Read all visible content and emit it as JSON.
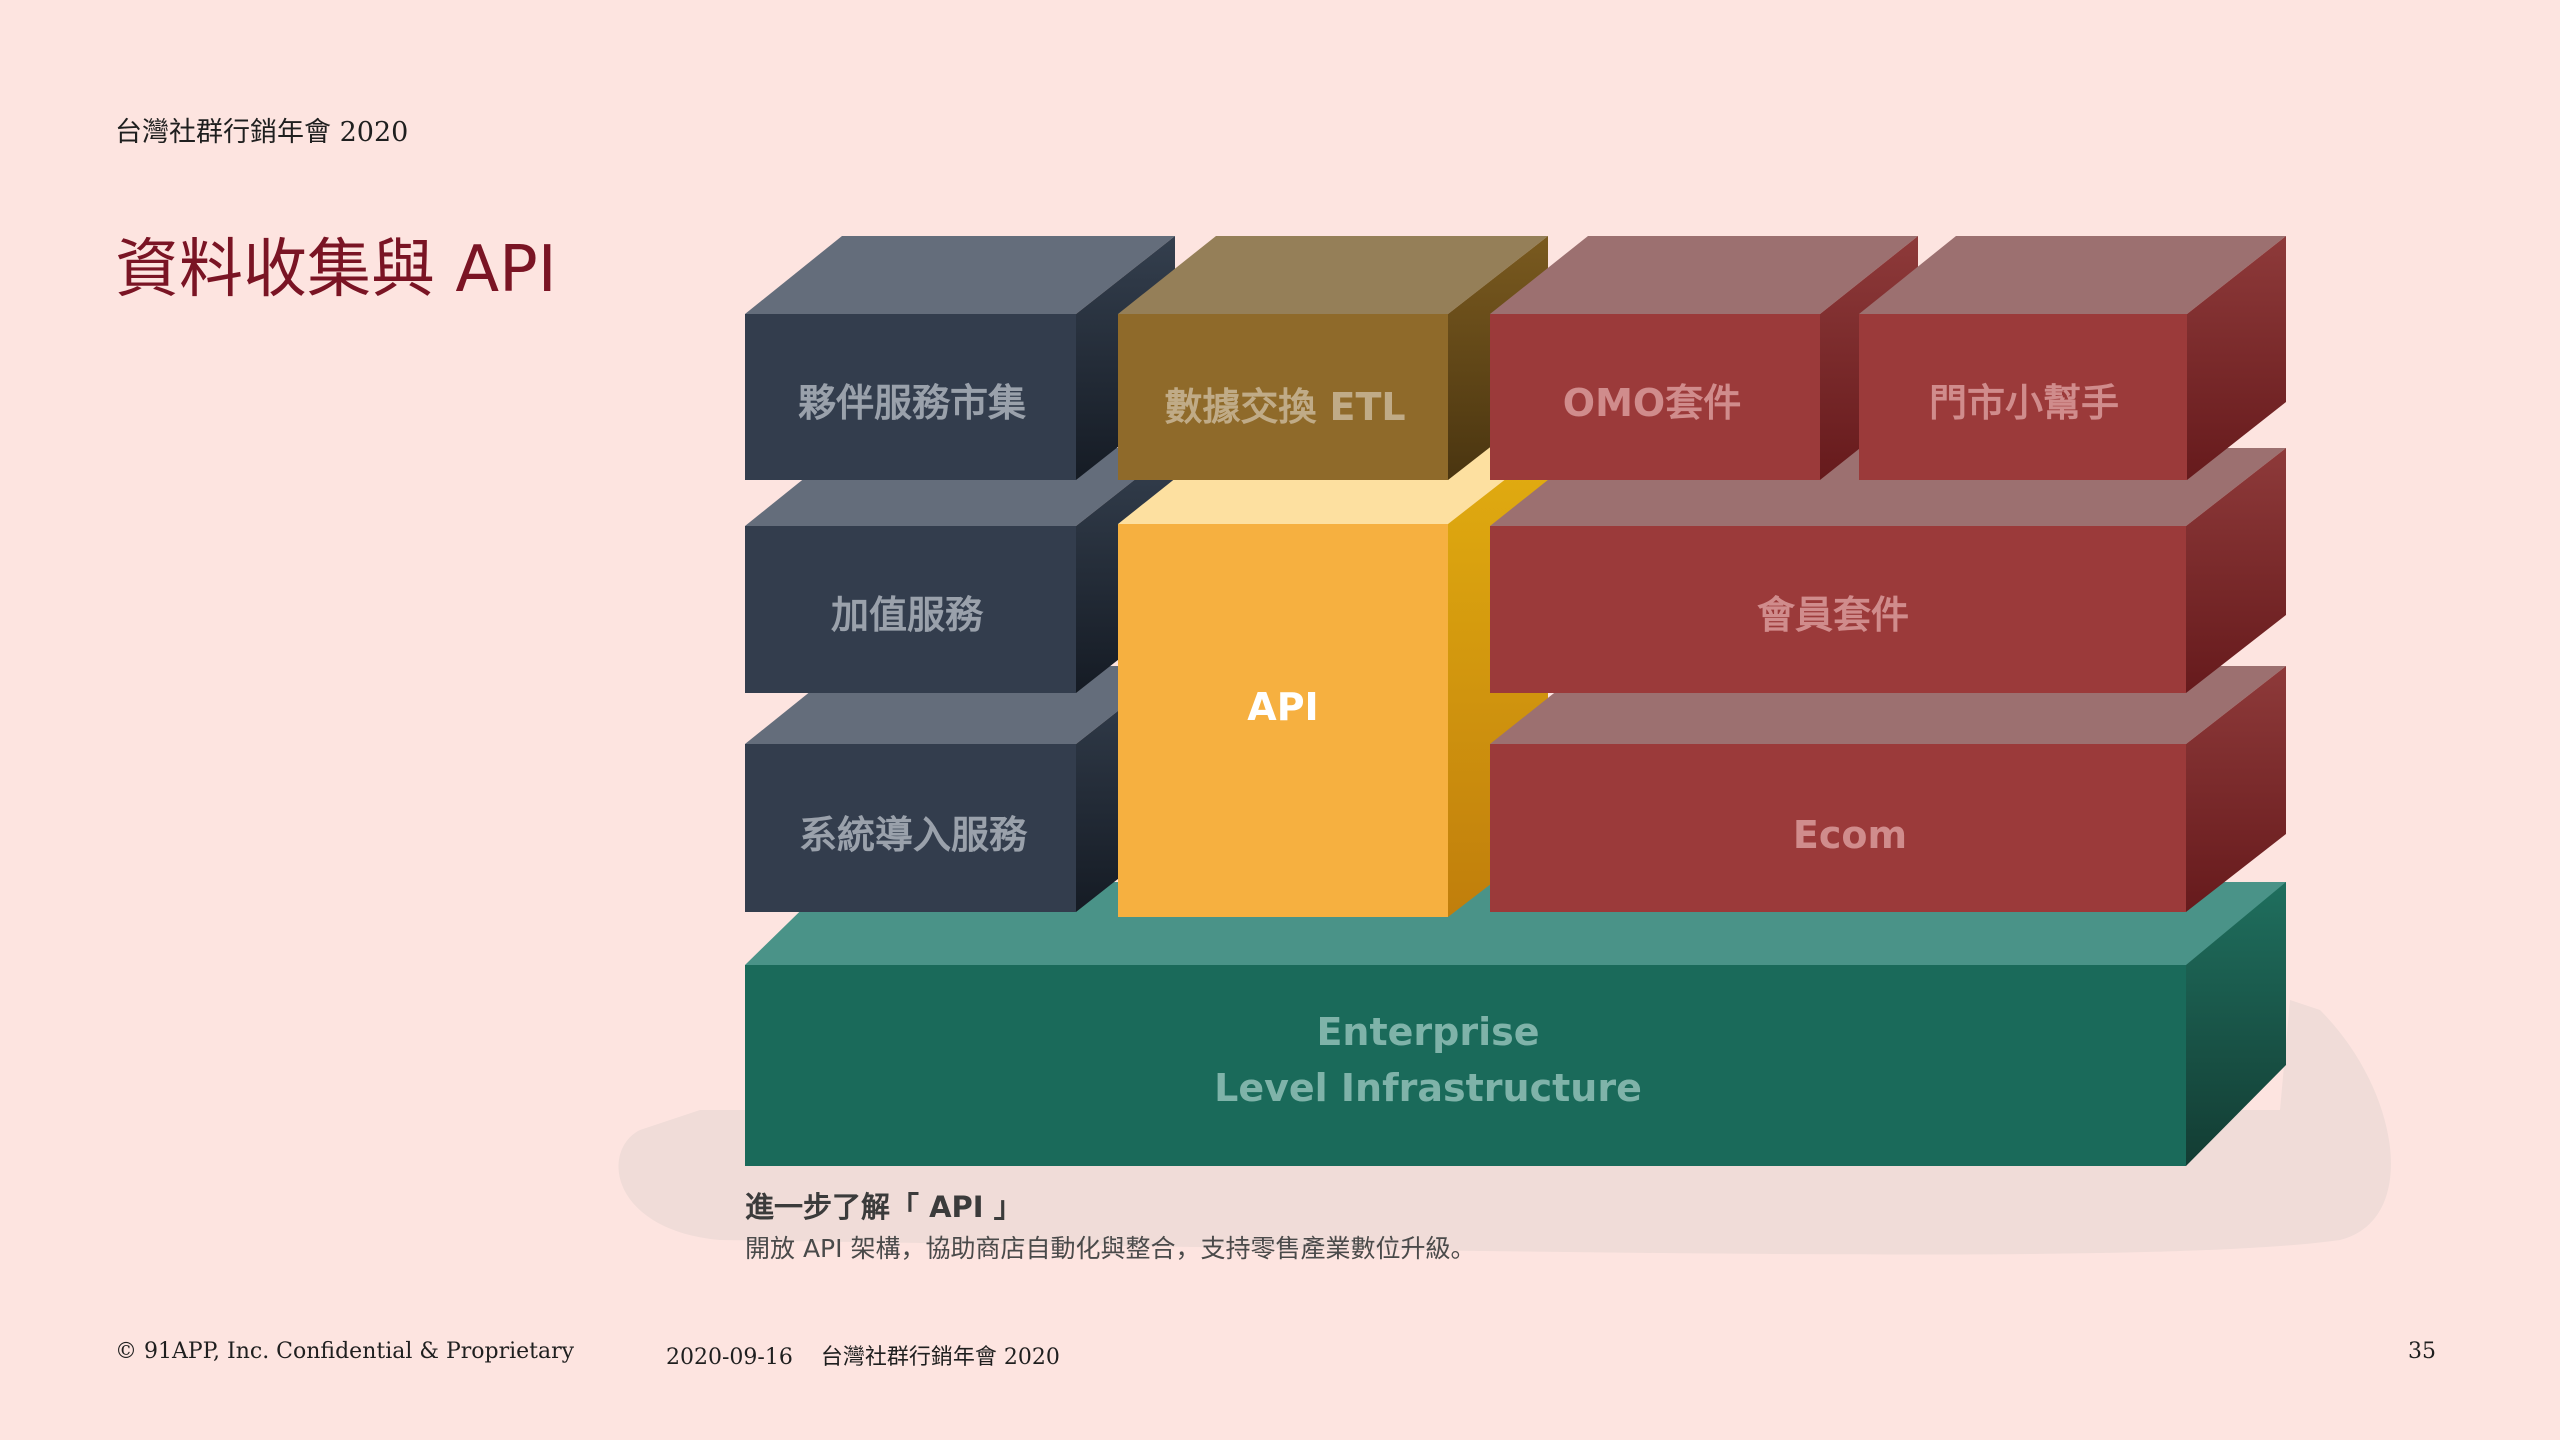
{
  "header": {
    "event": "台灣社群行銷年會 2020",
    "title": "資料收集與 API"
  },
  "diagram": {
    "partner_market": "夥伴服務市集",
    "value_added": "加值服務",
    "system_intro": "系統導入服務",
    "etl": "數據交換 ETL",
    "api": "API",
    "omo": "OMO套件",
    "store_helper": "門市小幫手",
    "member": "會員套件",
    "ecom": "Ecom",
    "enterprise_line1": "Enterprise",
    "enterprise_line2": "Level Infrastructure"
  },
  "caption": {
    "title": "進一步了解「 API 」",
    "body": "開放 API 架構，協助商店自動化與整合，支持零售產業數位升級。"
  },
  "footer": {
    "copyright": "© 91APP, Inc. Confidential & Proprietary",
    "date": "2020-09-16",
    "event": "台灣社群行銷年會 2020",
    "page": "35"
  },
  "colors": {
    "background": "#fde4e0",
    "title": "#7a1424",
    "navy": "#333d4d",
    "brown": "#8f6a2a",
    "red": "#9b3a3a",
    "api_orange": "#f6b040",
    "teal": "#1a6a5a"
  }
}
